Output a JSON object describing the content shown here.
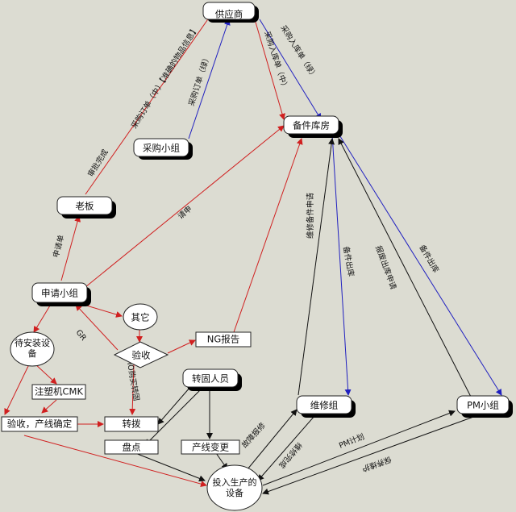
{
  "nodes": {
    "supplier": "供应商",
    "purchase_group": "采购小组",
    "spare_warehouse": "备件库房",
    "boss": "老板",
    "apply_group": "申请小组",
    "other": "其它",
    "to_install": "待安装设备",
    "accept": "验收",
    "ng_report": "NG报告",
    "injection_cmk": "注塑机CMK",
    "accept_line": "验收，产线确定",
    "transfer": "转拨",
    "transfer_person": "转固人员",
    "inventory": "盘点",
    "line_change": "产线变更",
    "maint_group": "维修组",
    "pm_group": "PM小组",
    "production_equipment": "投入生产的设备"
  },
  "edges": {
    "po_purchase": "采购订单（中）【准确的物品信息】",
    "po_green": "采购订单（绿）",
    "receipt_mid": "采购入库单（中）",
    "receipt_green": "采购入库单（绿）",
    "approve": "审批完成",
    "application": "申请单",
    "request": "请申",
    "gr": "GR",
    "io_trans": "IO购买转固",
    "maint_request": "维修备件申请",
    "spare_out": "备件出库",
    "scrap_out": "报废出库申请",
    "spare_out2": "备件出库",
    "fault_repair": "故障报修",
    "repair_done": "维修完成",
    "pm_plan": "PM计划",
    "maintain": "保养维护"
  }
}
